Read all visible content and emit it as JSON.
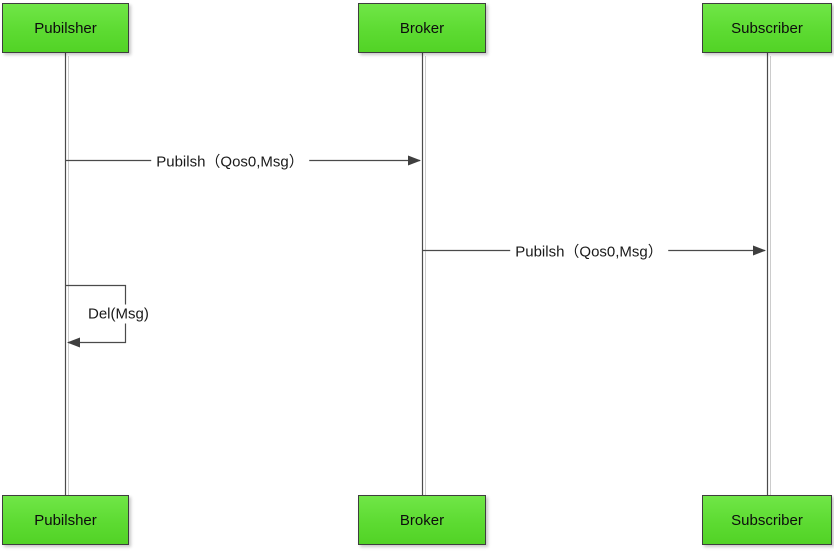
{
  "actors": [
    {
      "id": "publisher",
      "label": "Pubilsher"
    },
    {
      "id": "broker",
      "label": "Broker"
    },
    {
      "id": "subscriber",
      "label": "Subscriber"
    }
  ],
  "messages": [
    {
      "label": "Pubilsh（Qos0,Msg）",
      "from": "Pubilsher",
      "to": "Broker"
    },
    {
      "label": "Pubilsh（Qos0,Msg）",
      "from": "Broker",
      "to": "Subscriber"
    },
    {
      "label": "Del(Msg)",
      "from": "Pubilsher",
      "to": "Pubilsher",
      "kind": "self-message"
    }
  ],
  "colors": {
    "actor_fill_top": "#70e647",
    "actor_fill_bottom": "#52d326",
    "actor_border": "#3e3e3e",
    "connector": "#4a4a4a",
    "background": "#ffffff"
  }
}
